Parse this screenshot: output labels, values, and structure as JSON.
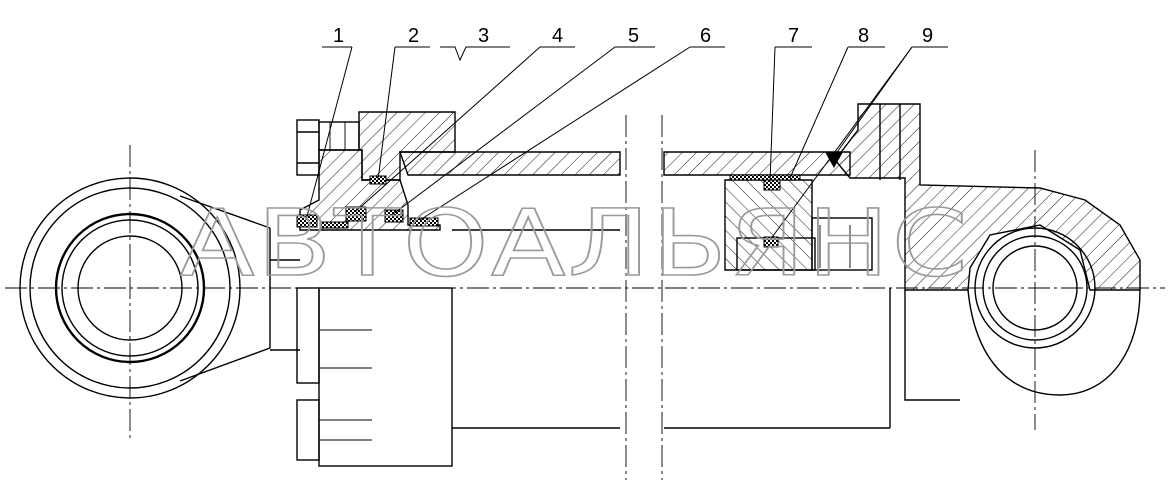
{
  "callouts": [
    {
      "number": "1"
    },
    {
      "number": "2"
    },
    {
      "number": "3"
    },
    {
      "number": "4"
    },
    {
      "number": "5"
    },
    {
      "number": "6"
    },
    {
      "number": "7"
    },
    {
      "number": "8"
    },
    {
      "number": "9"
    }
  ],
  "watermark": {
    "text": "АВТОАЛЬЯНС"
  },
  "colors": {
    "line": "#000000",
    "watermark": "#9a9a9a",
    "seal": "#111111",
    "background": "#ffffff"
  }
}
